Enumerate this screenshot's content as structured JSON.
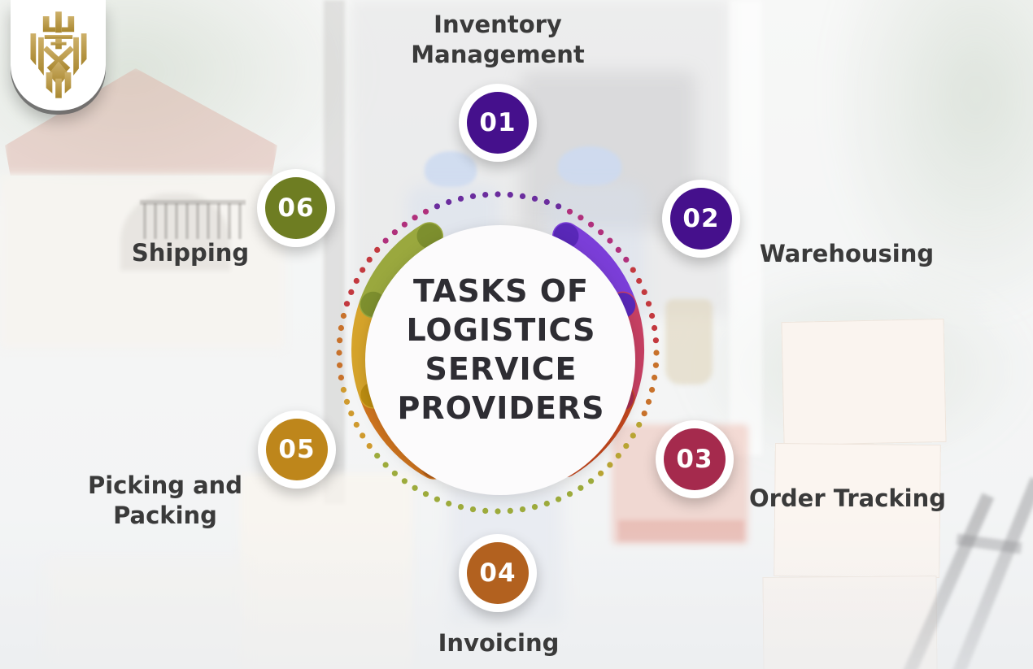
{
  "logo": {
    "name": "golden-crest-logo"
  },
  "center_circle": {
    "title": "TASKS OF LOGISTICS SERVICE PROVIDERS",
    "title_lines": [
      "TASKS OF",
      "LOGISTICS",
      "SERVICE",
      "PROVIDERS"
    ],
    "text_color": "#2E2D33",
    "fill": "#FCFBFC"
  },
  "badge_number_color": "#FFFFFF",
  "label_color": "#3A3A3A",
  "items": [
    {
      "number": "01",
      "label": "Inventory Management",
      "label_lines": [
        "Inventory",
        "Management"
      ],
      "badge_color": "#45108C",
      "arc": "purple"
    },
    {
      "number": "02",
      "label": "Warehousing",
      "label_lines": [
        "Warehousing"
      ],
      "badge_color": "#45108C",
      "arc": "crimson"
    },
    {
      "number": "03",
      "label": "Order Tracking",
      "label_lines": [
        "Order Tracking"
      ],
      "badge_color": "#A52A4D",
      "arc": "red"
    },
    {
      "number": "04",
      "label": "Invoicing",
      "label_lines": [
        "Invoicing"
      ],
      "badge_color": "#B2611F",
      "arc": "orange"
    },
    {
      "number": "05",
      "label": "Picking and Packing",
      "label_lines": [
        "Picking and",
        "Packing"
      ],
      "badge_color": "#BE861B",
      "arc": "gold"
    },
    {
      "number": "06",
      "label": "Shipping",
      "label_lines": [
        "Shipping"
      ],
      "badge_color": "#6E7D22",
      "arc": "green"
    }
  ],
  "ring": {
    "arcs": [
      {
        "name": "purple",
        "color": "#7B3ED8",
        "cap_color": "#5928B8"
      },
      {
        "name": "crimson",
        "color": "#C74063",
        "cap_color": "#A62C4F"
      },
      {
        "name": "red",
        "color": "#C7491F",
        "cap_color": "#AA3312"
      },
      {
        "name": "orange",
        "color": "#D0751F",
        "cap_color": "#B05A15"
      },
      {
        "name": "gold",
        "color": "#D6A42B",
        "cap_color": "#BB8C10"
      },
      {
        "name": "green",
        "color": "#9AA83E",
        "cap_color": "#7D8F2E"
      }
    ],
    "dot_bands": [
      {
        "to": 27,
        "color": "#6B2D9E"
      },
      {
        "to": 57,
        "color": "#B0307C"
      },
      {
        "to": 88,
        "color": "#C3393F"
      },
      {
        "to": 117,
        "color": "#C8722B"
      },
      {
        "to": 140,
        "color": "#B8A433"
      },
      {
        "to": 232,
        "color": "#9DAB3C"
      },
      {
        "to": 257,
        "color": "#CF9A2E"
      },
      {
        "to": 286,
        "color": "#C8722B"
      },
      {
        "to": 312,
        "color": "#C3393F"
      },
      {
        "to": 337,
        "color": "#B0307C"
      },
      {
        "to": 360,
        "color": "#6B2D9E"
      }
    ]
  }
}
